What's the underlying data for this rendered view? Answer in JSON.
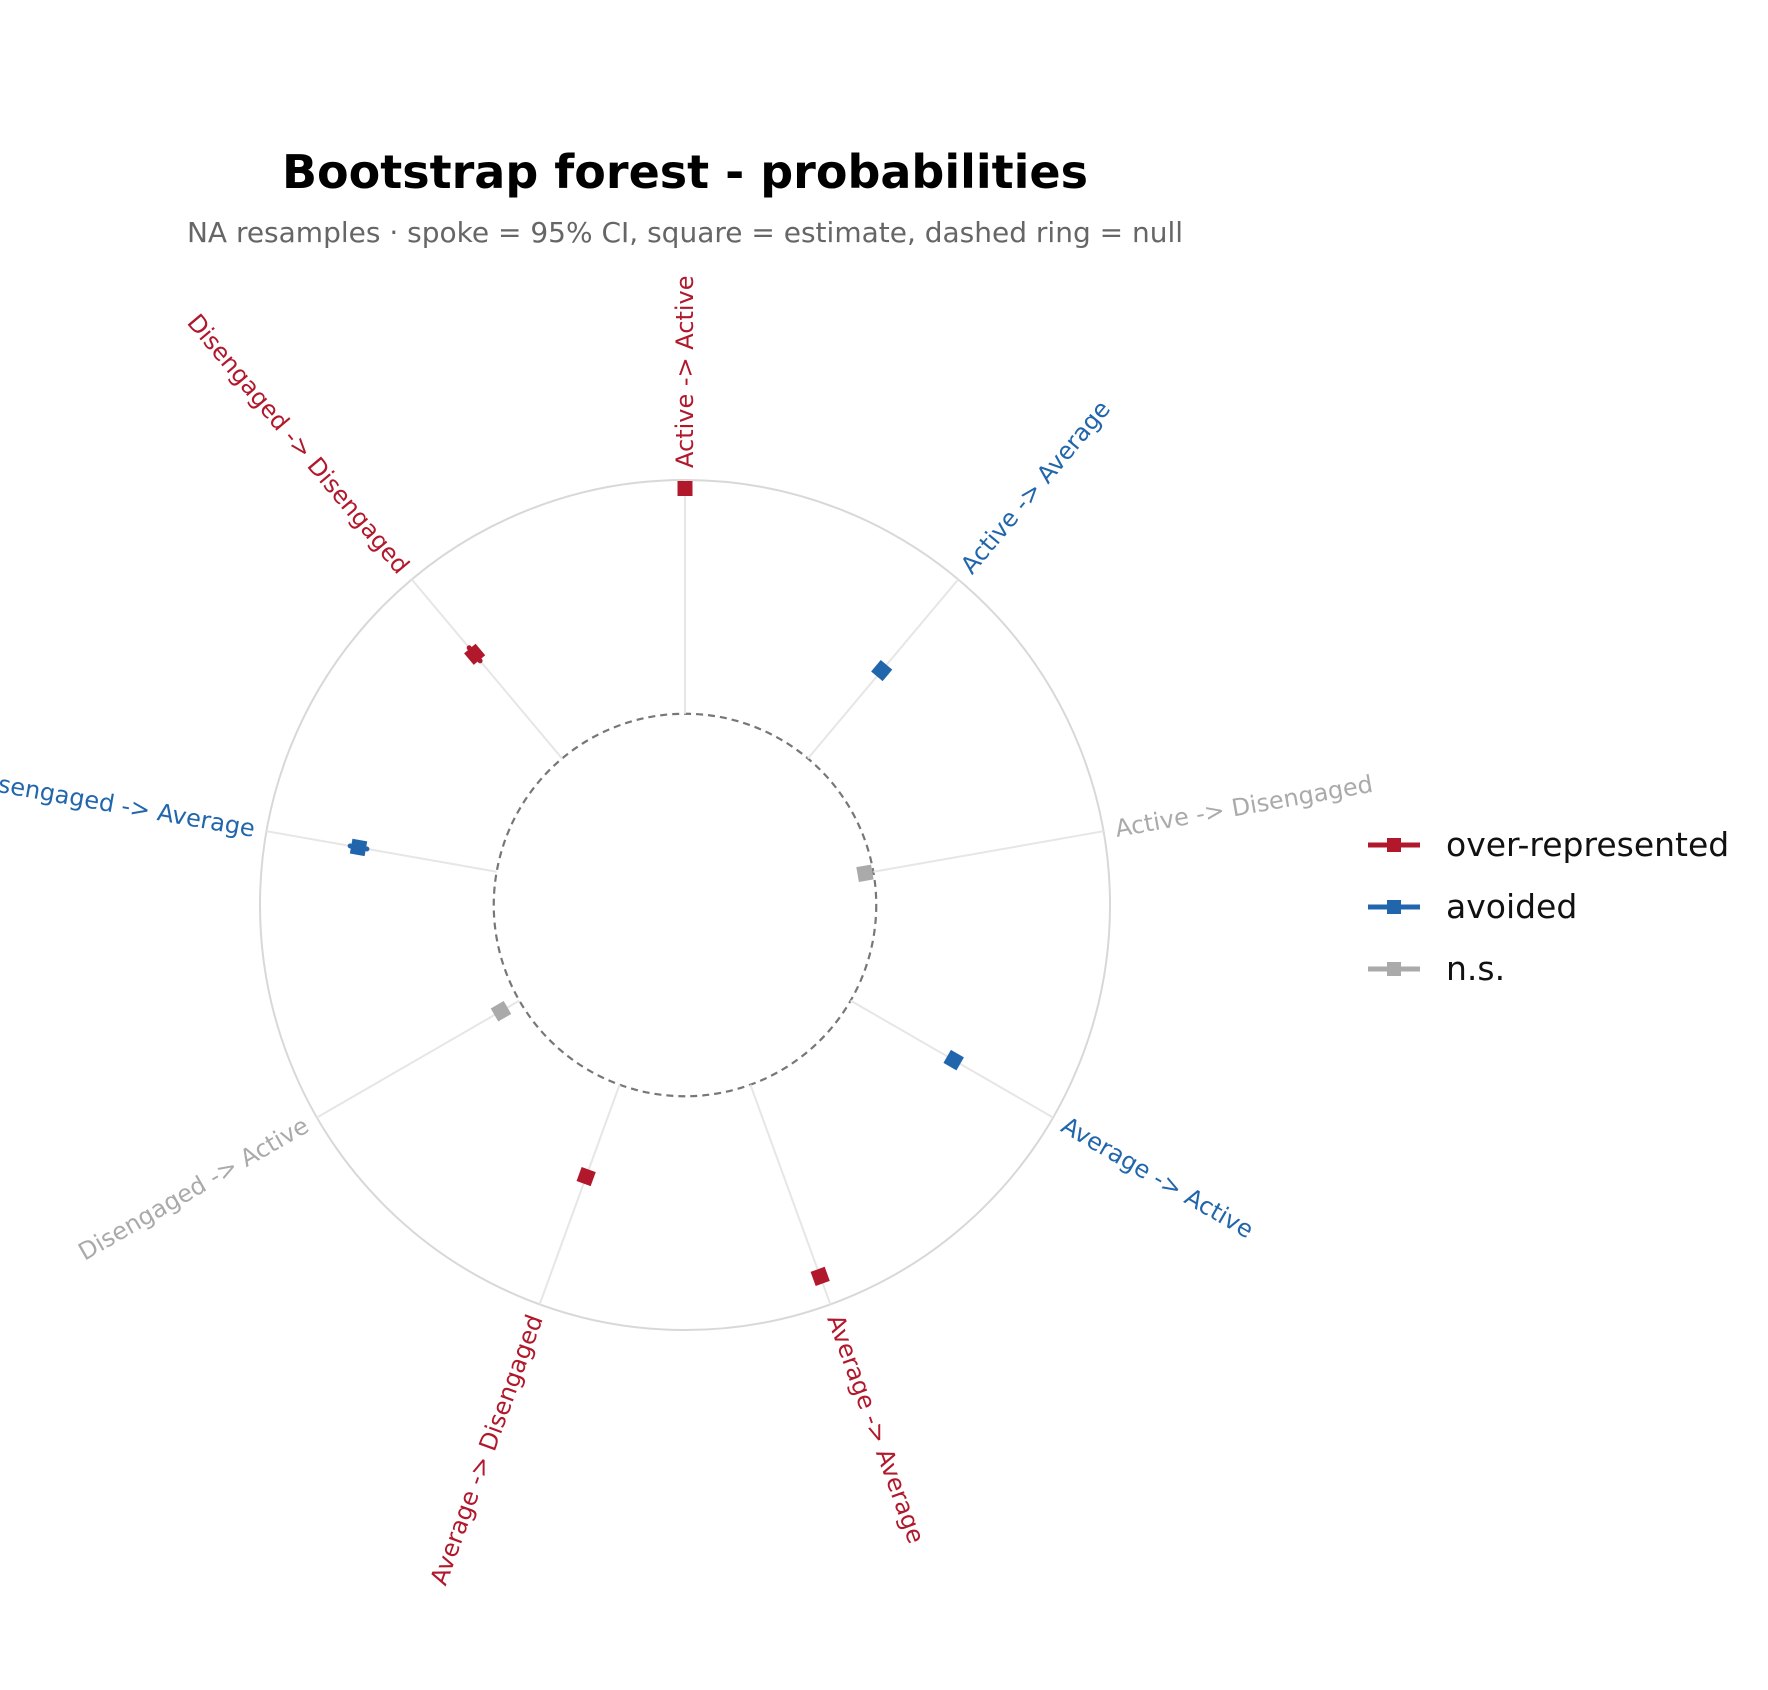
{
  "chart_data": {
    "type": "radial-forest",
    "title": "Bootstrap forest - probabilities",
    "subtitle": "NA resamples · spoke = 95% CI, square = estimate, dashed ring = null",
    "radial_range": [
      0,
      1
    ],
    "null_value": 0.45,
    "status_colors": {
      "over-represented": "#b2182b",
      "avoided": "#2166ac",
      "n.s.": "#aaaaaa"
    },
    "legend": {
      "position": "right",
      "entries": [
        "over-represented",
        "avoided",
        "n.s."
      ]
    },
    "transitions": [
      {
        "label": "Active -> Active",
        "estimate": 0.98,
        "ci": [
          0.97,
          0.99
        ],
        "status": "over-represented"
      },
      {
        "label": "Active -> Average",
        "estimate": 0.72,
        "ci": [
          0.71,
          0.73
        ],
        "status": "avoided"
      },
      {
        "label": "Active -> Disengaged",
        "estimate": 0.43,
        "ci": [
          0.43,
          0.43
        ],
        "status": "n.s."
      },
      {
        "label": "Average -> Active",
        "estimate": 0.73,
        "ci": [
          0.72,
          0.74
        ],
        "status": "avoided"
      },
      {
        "label": "Average -> Average",
        "estimate": 0.93,
        "ci": [
          0.92,
          0.94
        ],
        "status": "over-represented"
      },
      {
        "label": "Average -> Disengaged",
        "estimate": 0.68,
        "ci": [
          0.67,
          0.69
        ],
        "status": "over-represented"
      },
      {
        "label": "Disengaged -> Active",
        "estimate": 0.5,
        "ci": [
          0.5,
          0.5
        ],
        "status": "n.s."
      },
      {
        "label": "Disengaged -> Average",
        "estimate": 0.78,
        "ci": [
          0.76,
          0.8
        ],
        "status": "avoided"
      },
      {
        "label": "Disengaged -> Disengaged",
        "estimate": 0.77,
        "ci": [
          0.75,
          0.79
        ],
        "status": "over-represented"
      }
    ]
  }
}
